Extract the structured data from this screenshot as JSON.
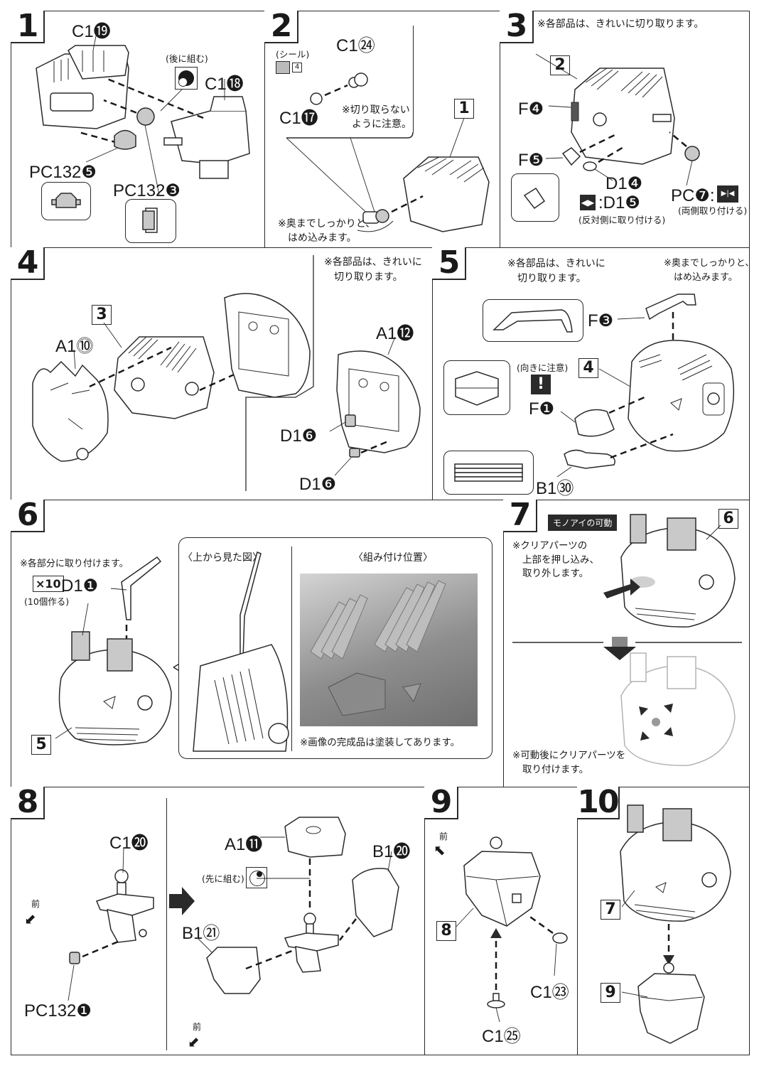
{
  "document": "assembly-instructions",
  "steps": {
    "s1": {
      "number": "1",
      "labels": {
        "c1_19": "C1⓳",
        "c1_18": "C1⓲",
        "pc132_5": "PC132❺",
        "pc132_3": "PC132❸"
      },
      "notes": {
        "assemble_later": "(後に組む)"
      }
    },
    "s2": {
      "number": "2",
      "labels": {
        "c1_24": "C1㉔",
        "c1_17": "C1⓱",
        "ref_1": "1",
        "sticker_num": "4"
      },
      "notes": {
        "sticker": "(シール)",
        "do_not_cut_1": "※切り取らない",
        "do_not_cut_2": "ように注意。",
        "press_in_1": "※奥までしっかりと、",
        "press_in_2": "はめ込みます。"
      }
    },
    "s3": {
      "number": "3",
      "header_note": "※各部品は、きれいに切り取ります。",
      "labels": {
        "ref_2": "2",
        "f4": "F❹",
        "f5": "F❺",
        "d1_4": "D1❹",
        "d1_5": ":D1❺",
        "pc7": "PC❼:"
      },
      "notes": {
        "opposite_side": "(反対側に取り付ける)",
        "both_sides": "(両側取り付ける)"
      }
    },
    "s4": {
      "number": "4",
      "labels": {
        "ref_3": "3",
        "a1_10": "A1⓾",
        "a1_12": "A1⓬",
        "d1_6a": "D1❻",
        "d1_6b": "D1❻"
      },
      "notes": {
        "cut_clean_1": "※各部品は、きれいに",
        "cut_clean_2": "切り取ります。"
      }
    },
    "s5": {
      "number": "5",
      "labels": {
        "ref_4": "4",
        "f3": "F❸",
        "f1": "F❶",
        "b1_30": "B1㉚"
      },
      "notes": {
        "cut_clean_1": "※各部品は、きれいに",
        "cut_clean_2": "切り取ります。",
        "press_in_1": "※奥までしっかりと、",
        "press_in_2": "はめ込みます。",
        "mind_direction": "(向きに注意)",
        "warning_glyph": "!"
      }
    },
    "s6": {
      "number": "6",
      "labels": {
        "ref_5": "5",
        "multiplier": "×10",
        "d1_1": "D1❶"
      },
      "notes": {
        "attach_each": "※各部分に取り付けます。",
        "make_ten": "(10個作る)",
        "top_view": "〈上から見た図〉",
        "attach_position": "〈組み付け位置〉",
        "painted": "※画像の完成品は塗装してあります。"
      }
    },
    "s7": {
      "number": "7",
      "title": "モノアイの可動",
      "labels": {
        "ref_6": "6"
      },
      "notes": {
        "clear_parts_1": "※クリアパーツの",
        "clear_parts_2": "上部を押し込み、",
        "clear_parts_3": "取り外します。",
        "reattach_1": "※可動後にクリアパーツを",
        "reattach_2": "取り付けます。"
      }
    },
    "s8": {
      "number": "8",
      "labels": {
        "c1_20": "C1⓴",
        "pc132_1": "PC132❶",
        "a1_11": "A1⓫",
        "b1_20": "B1⓴",
        "b1_21": "B1㉑"
      },
      "notes": {
        "front": "前",
        "front2": "前",
        "assemble_first": "(先に組む)"
      }
    },
    "s9": {
      "number": "9",
      "labels": {
        "ref_8": "8",
        "c1_23": "C1㉓",
        "c1_25": "C1㉕"
      },
      "notes": {
        "front": "前"
      }
    },
    "s10": {
      "number": "10",
      "labels": {
        "ref_7": "7",
        "ref_9": "9"
      }
    }
  }
}
